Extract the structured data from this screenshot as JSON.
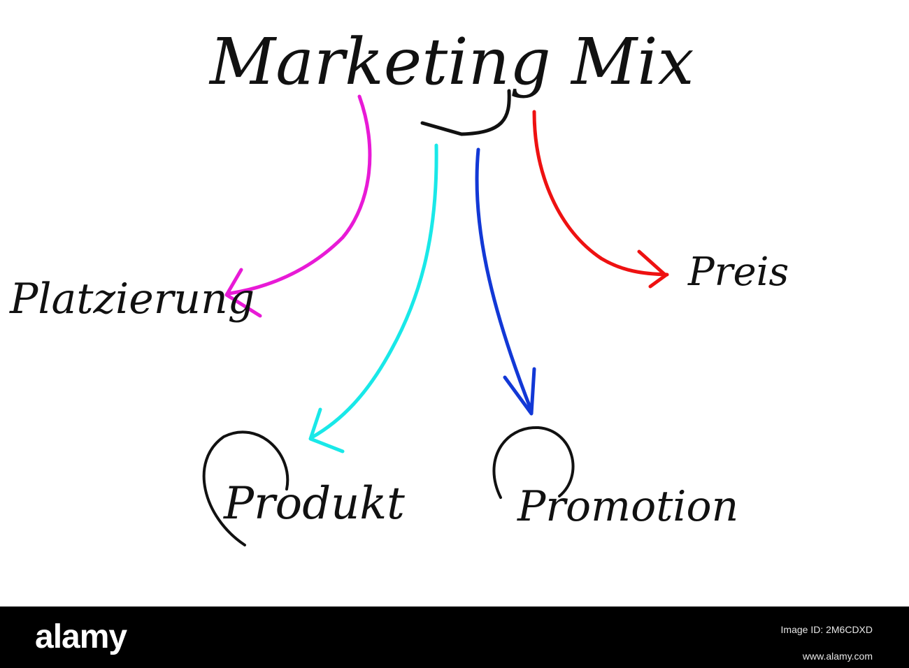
{
  "diagram": {
    "title": "Marketing Mix",
    "nodes": {
      "placement": "Platzierung",
      "price": "Preis",
      "product": "Produkt",
      "promotion": "Promotion"
    },
    "arrow_colors": {
      "placement": "#e81ad6",
      "product": "#19e8e8",
      "promotion": "#1238d6",
      "price": "#ee1111"
    }
  },
  "footer": {
    "logo": "alamy",
    "image_id_label": "Image ID: 2M6CDXD",
    "website": "www.alamy.com"
  }
}
